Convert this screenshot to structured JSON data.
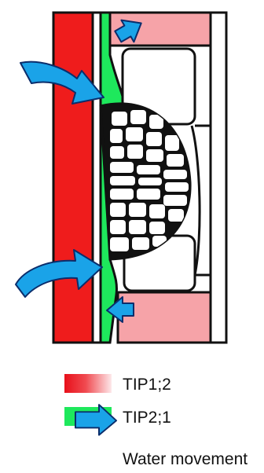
{
  "colors": {
    "tip12": "#ef1c1c",
    "tip12_light": "#f6a3a8",
    "tip21": "#1ee85c",
    "water_arrow": "#1aa3e8",
    "outline": "#111111",
    "cell": "#ffffff"
  },
  "icons": {
    "arrow": "water-arrow-icon"
  },
  "legend": {
    "tip12_label": "TIP1;2",
    "tip21_label": "TIP2;1",
    "water_label": "Water movement"
  }
}
